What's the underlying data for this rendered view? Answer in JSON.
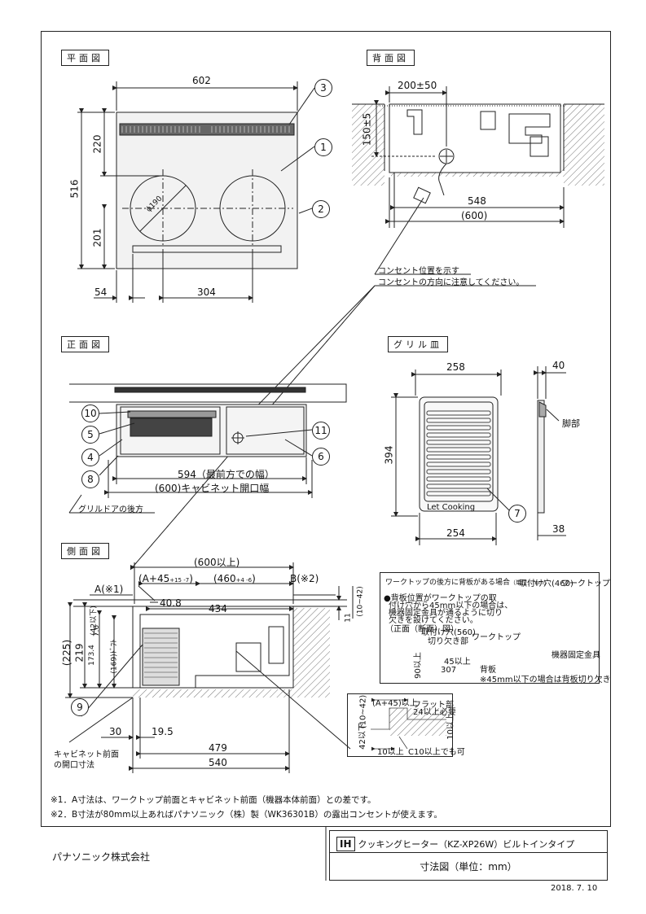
{
  "views": {
    "plan": "平面図",
    "back": "背面図",
    "front": "正面図",
    "grill_plate": "グリル皿",
    "side": "側面図"
  },
  "plan": {
    "width": "602",
    "depth": "516",
    "d220": "220",
    "d201": "201",
    "d54": "54",
    "d304": "304",
    "burner": "ϕ190"
  },
  "back": {
    "d200": "200±50",
    "d150": "150±5",
    "d548": "548",
    "d600": "(600)"
  },
  "outlet_note": {
    "line1": "コンセント位置を示す",
    "line2": "コンセントの方向に注意してください。"
  },
  "front": {
    "d594": "594（最前方での幅）",
    "d600": "(600)キャビネット開口幅",
    "grill_door_rear": "グリルドアの後方"
  },
  "grill": {
    "d258": "258",
    "d394": "394",
    "d254": "254",
    "d40": "40",
    "d38": "38",
    "foot": "脚部",
    "brand": "Let Cooking"
  },
  "side": {
    "a_mark": "A(※1)",
    "b_mark": "B(※2)",
    "d600up": "(600以上)",
    "a45": "(A+45",
    "a45_tol": "+15 -7",
    "d460": "(460",
    "d460_tol": "+4 -6",
    "d408": "40.8",
    "d434": "434",
    "d42below": "(42以下)",
    "d76": "7.6",
    "d11": "11",
    "d1042": "(10~42)",
    "d225": "(225)",
    "d219": "219",
    "d1734": "173.4",
    "d169": "(169)ﾄﾞﾌﾄ",
    "d30": "30",
    "d195": "19.5",
    "d479": "479",
    "d540": "540",
    "cabinet_front": "キャビネット前面",
    "opening": "の開口寸法"
  },
  "inset_top": {
    "title": "ワークトップの後方に背板がある場合",
    "unit": "（単位：mm）",
    "l1": "●背板位置がワークトップの取",
    "l2": "付け穴から45mm以下の場合は、",
    "l3": "機器固定金具が通るように切り",
    "l4": "欠きを設けてください。",
    "l5": "（正面（断面）図）",
    "hole": "取付け穴(560)",
    "cut": "切り欠き部",
    "worktop": "ワークトップ",
    "back": "背板",
    "mm45": "45以上",
    "mm307": "307",
    "mm90": "90以上",
    "fixing": "機器固定金具",
    "hole460": "取付け穴(460)",
    "worktop2": "ワークトップ",
    "footer": "※45mm以下の場合は背板切り欠き"
  },
  "inset_bottom": {
    "a45": "(A+45)以上",
    "flat1": "フラット部",
    "flat2": "24以上必要",
    "d1042": "(10~42)",
    "d42": "42以下",
    "d10up": "10以上",
    "d10up2": "10以上",
    "c10": "C10以上でも可"
  },
  "notes": {
    "n1": "※1．A寸法は、ワークトップ前面とキャビネット前面（機器本体前面）との差です。",
    "n2": "※2．B寸法が80mm以上あればパナソニック（株）製（WK36301B）の露出コンセントが使えます。"
  },
  "title_block": {
    "company": "パナソニック株式会社",
    "ih": "IH",
    "product": "クッキングヒーター（KZ-XP26W）ビルトインタイプ",
    "drawing": "寸法図（単位：mm）",
    "date": "2018. 7. 10"
  },
  "callouts": [
    "3",
    "1",
    "2",
    "10",
    "5",
    "4",
    "8",
    "11",
    "6",
    "7",
    "9"
  ]
}
